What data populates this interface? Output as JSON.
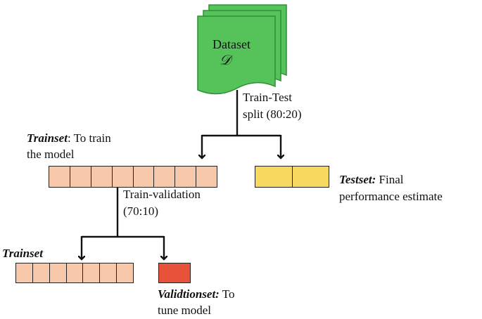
{
  "dataset": {
    "label": "Dataset",
    "symbol": "𝒟",
    "fill": "#56c25a",
    "edge": "#2f8f34"
  },
  "split1": {
    "line1": "Train-Test",
    "line2": "split (80:20)"
  },
  "trainset": {
    "bold_label": "Trainset",
    "desc_line1": ": To train",
    "desc_line2": "the model",
    "cells": 8,
    "fill": "#f6c7a8"
  },
  "testset": {
    "bold_label": "Testset:",
    "desc_line1": " Final",
    "desc_line2": "performance estimate",
    "cells": 2,
    "fill": "#f8d95f"
  },
  "split2": {
    "line1": "Train-validation",
    "line2": "(70:10)"
  },
  "trainset2": {
    "bold_label": "Trainset",
    "cells": 7,
    "fill": "#f6c7a8"
  },
  "validationset": {
    "bold_label": "Validtionset:",
    "desc_line1": " To",
    "desc_line2": "tune model",
    "cells": 1,
    "fill": "#e8513a"
  }
}
